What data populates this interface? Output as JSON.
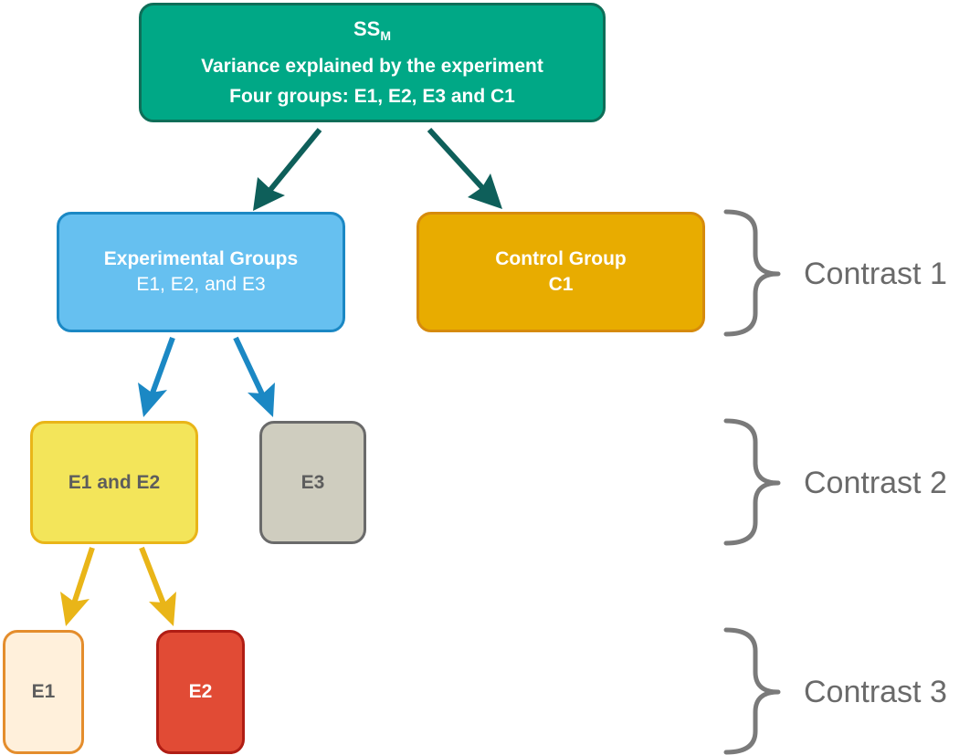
{
  "nodes": {
    "ssm": {
      "title_main": "SS",
      "title_sub": "M",
      "line1": "Variance explained by the experiment",
      "line2": "Four groups: E1, E2, E3 and C1",
      "fill_color": "#00a886"
    },
    "experimental": {
      "title": "Experimental Groups",
      "subtitle": "E1, E2, and E3",
      "fill_color": "#66c0f0"
    },
    "control": {
      "title": "Control Group",
      "subtitle": "C1",
      "fill_color": "#e8ac00"
    },
    "e1_e2": {
      "label": "E1 and E2",
      "fill_color": "#f3e55a"
    },
    "e3": {
      "label": "E3",
      "fill_color": "#cfcdbf"
    },
    "e1": {
      "label": "E1",
      "fill_color": "#fff0db"
    },
    "e2": {
      "label": "E2",
      "fill_color": "#e14b35"
    }
  },
  "contrasts": {
    "c1": "Contrast 1",
    "c2": "Contrast 2",
    "c3": "Contrast 3"
  },
  "colors": {
    "arrow_level1": "#0e5f5a",
    "arrow_level2": "#1b88c4",
    "arrow_level3": "#e9b518",
    "brace": "#7a7a7a"
  }
}
